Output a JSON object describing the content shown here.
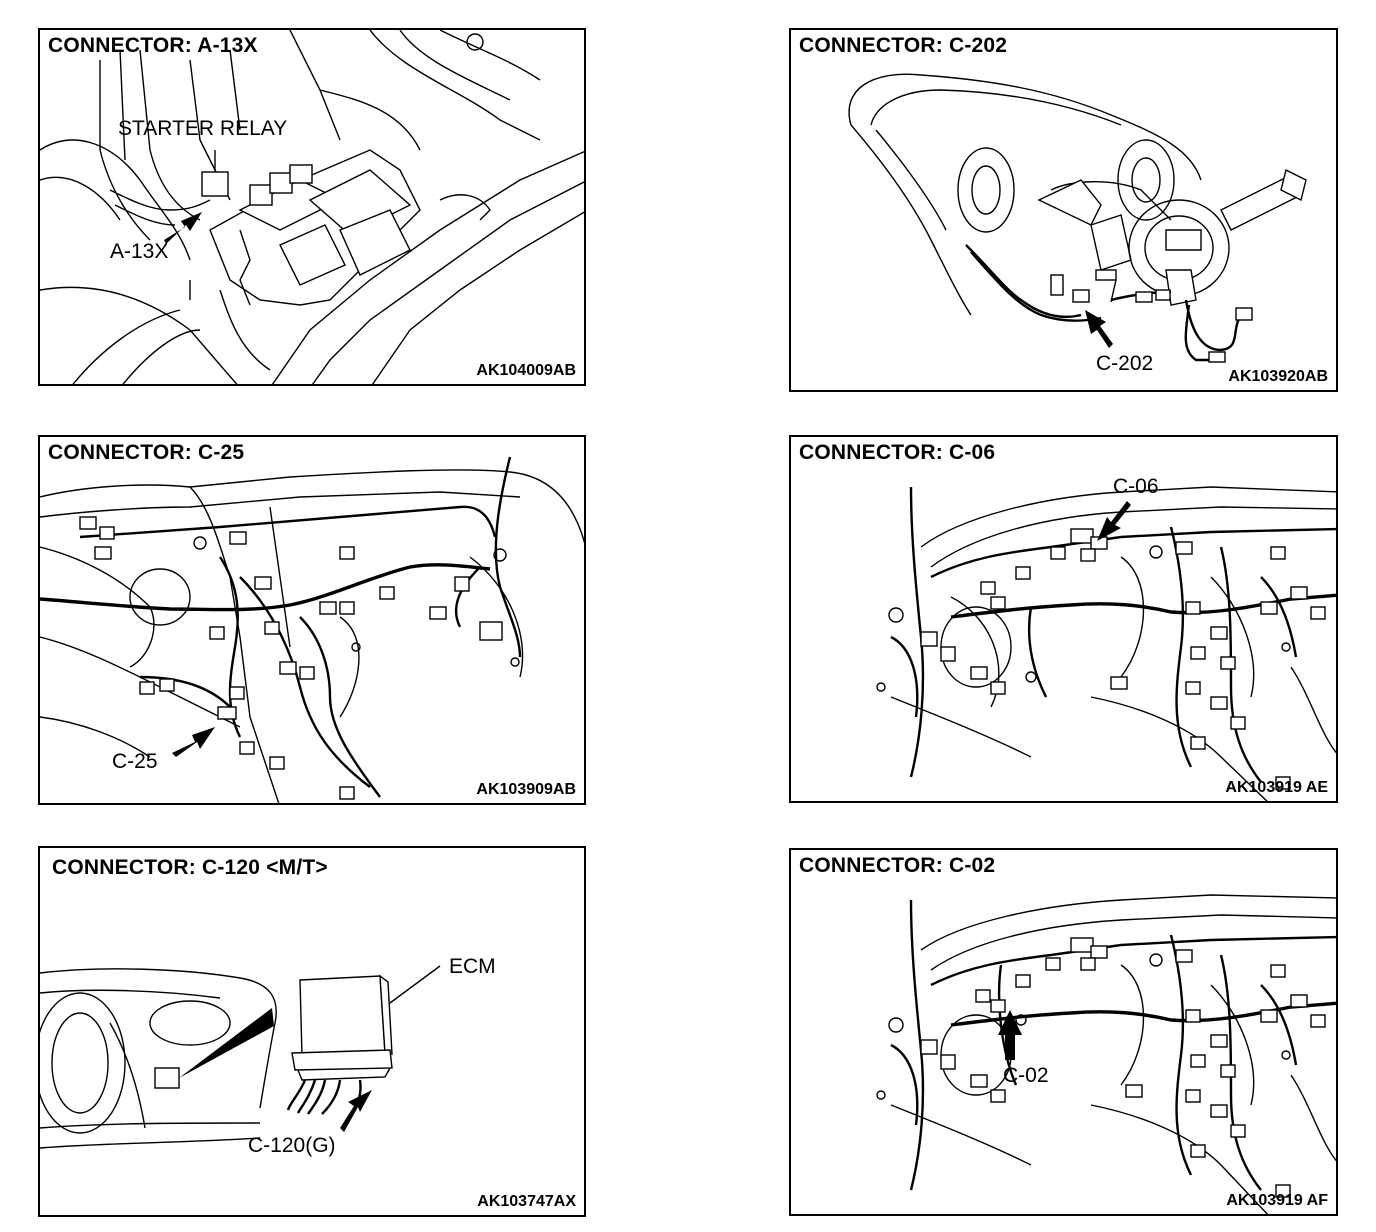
{
  "panels": [
    {
      "title": "CONNECTOR: A-13X",
      "code": "AK104009AB",
      "labels": [
        "STARTER RELAY",
        "A-13X"
      ]
    },
    {
      "title": "CONNECTOR: C-202",
      "code": "AK103920AB",
      "labels": [
        "C-202"
      ]
    },
    {
      "title": "CONNECTOR: C-25",
      "code": "AK103909AB",
      "labels": [
        "C-25"
      ]
    },
    {
      "title": "CONNECTOR: C-06",
      "code": "AK103919 AE",
      "labels": [
        "C-06"
      ]
    },
    {
      "title": "CONNECTOR: C-120 <M/T>",
      "code": "AK103747AX",
      "labels": [
        "ECM",
        "C-120(G)"
      ]
    },
    {
      "title": "CONNECTOR: C-02",
      "code": "AK103919 AF",
      "labels": [
        "C-02"
      ]
    }
  ]
}
